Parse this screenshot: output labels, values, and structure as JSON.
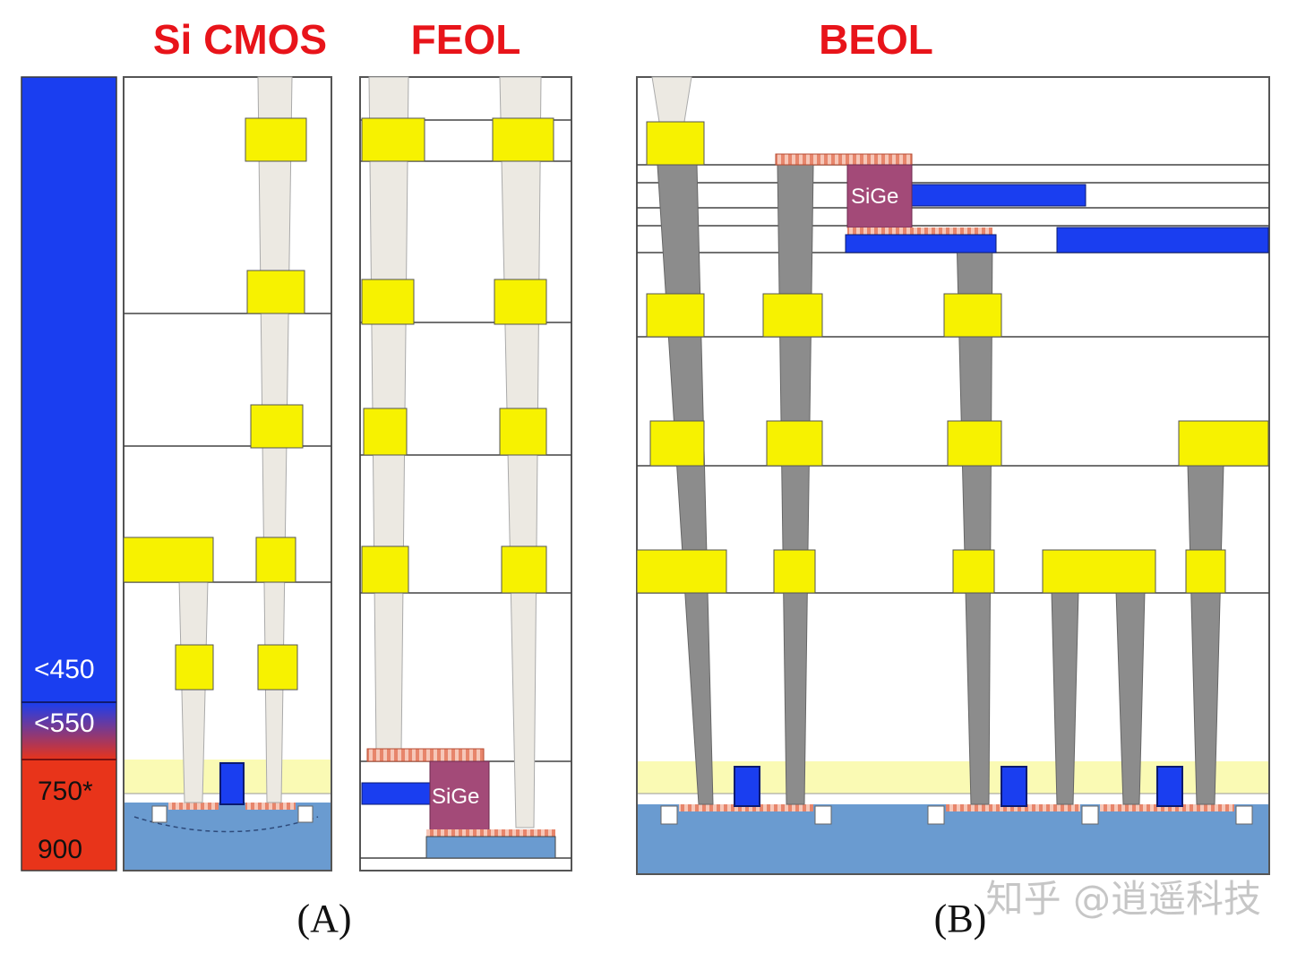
{
  "titles": {
    "si_cmos": "Si CMOS",
    "feol": "FEOL",
    "beol": "BEOL"
  },
  "temperature_scale": {
    "labels": [
      "<450",
      "<550",
      "750*",
      "900"
    ]
  },
  "cross_sections": {
    "feol_device_label": "SiGe",
    "beol_device_label": "SiGe"
  },
  "panel_labels": {
    "a": "(A)",
    "b": "(B)"
  },
  "watermark": "知乎 @逍遥科技",
  "colors": {
    "title_red": "#e8141a",
    "scale_blue": "#1a3ef0",
    "scale_red": "#e8341a",
    "metal_yellow": "#f7f200",
    "via_gray": "#8c8c8c",
    "via_light": "#ece9e2",
    "sige_purple": "#a34a78",
    "substrate_blue": "#6a9bd0",
    "oxide_yellow": "#fafab4",
    "line_blue": "#1a3ef0"
  }
}
